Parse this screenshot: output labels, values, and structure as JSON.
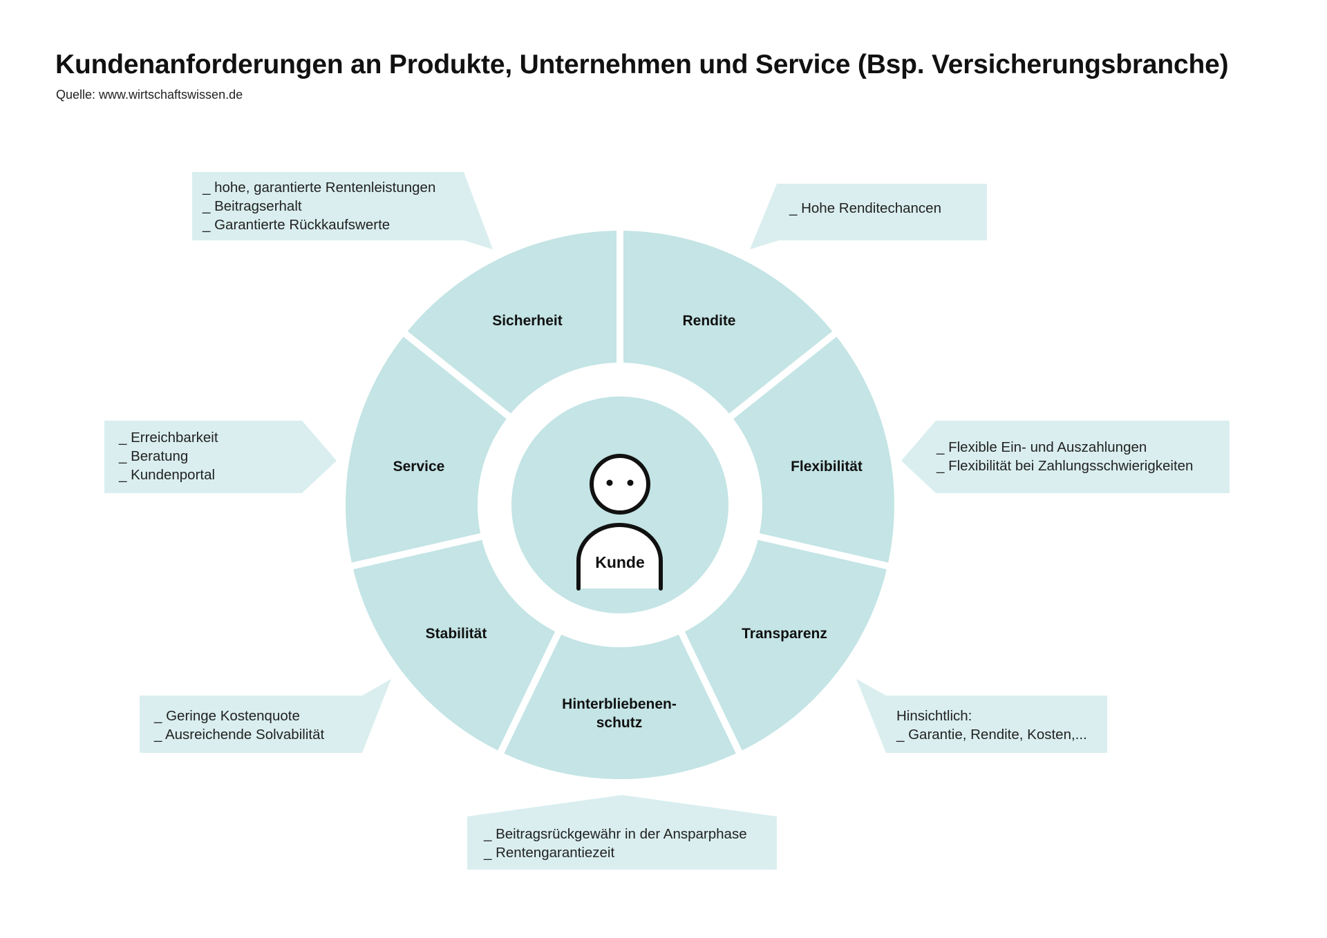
{
  "title": "Kundenanforderungen an Produkte, Unternehmen und Service (Bsp. Versicherungsbranche)",
  "source": "Quelle: www.wirtschaftswissen.de",
  "colors": {
    "segment": "#c4e4e5",
    "callout": "#daeeef",
    "text": "#111111"
  },
  "center": {
    "label": "Kunde",
    "icon": "person-icon"
  },
  "segments": [
    {
      "label": "Sicherheit"
    },
    {
      "label": "Rendite"
    },
    {
      "label": "Flexibilität"
    },
    {
      "label": "Transparenz"
    },
    {
      "label": "Hinterbliebenen-",
      "label2": "schutz"
    },
    {
      "label": "Stabilität"
    },
    {
      "label": "Service"
    }
  ],
  "callouts": {
    "sicherheit": [
      "_ hohe, garantierte Rentenleistungen",
      "_ Beitragserhalt",
      "_ Garantierte Rückkaufswerte"
    ],
    "rendite": [
      "_ Hohe Renditechancen"
    ],
    "service": [
      "_ Erreichbarkeit",
      "_ Beratung",
      "_ Kundenportal"
    ],
    "flexibilitaet": [
      "_ Flexible Ein- und Auszahlungen",
      "_ Flexibilität bei Zahlungsschwierigkeiten"
    ],
    "stabilitaet": [
      "_ Geringe Kostenquote",
      "_ Ausreichende Solvabilität"
    ],
    "transparenz": [
      "Hinsichtlich:",
      "_ Garantie, Rendite, Kosten,..."
    ],
    "hinterbliebenenschutz": [
      "_ Beitragsrückgewähr in der Ansparphase",
      "_ Rentengarantiezeit"
    ]
  }
}
